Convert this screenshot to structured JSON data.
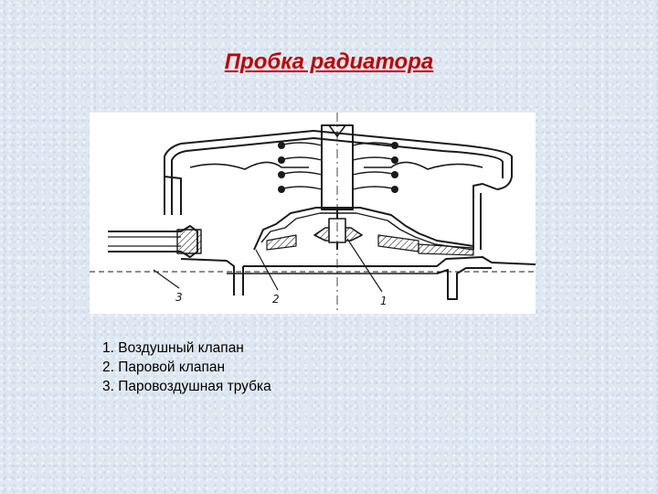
{
  "slide": {
    "title": "Пробка радиатора"
  },
  "diagram": {
    "callouts": [
      "3",
      "2",
      "1"
    ]
  },
  "legend": [
    "1. Воздушный клапан",
    "2. Паровой клапан",
    "3. Паровоздушная трубка"
  ]
}
